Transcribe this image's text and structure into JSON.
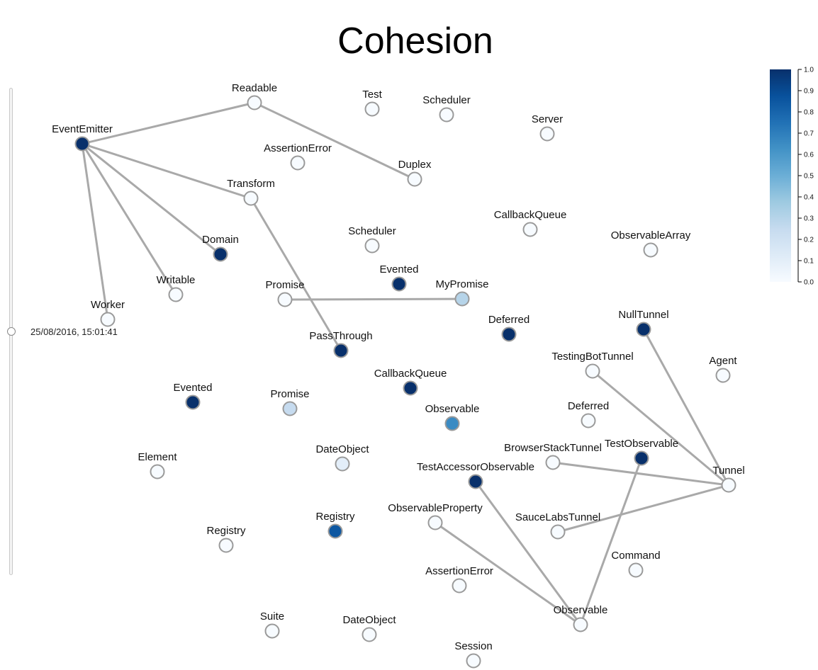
{
  "title": "Cohesion",
  "timeline": {
    "timestamp": "25/08/2016, 15:01:41"
  },
  "legend": {
    "ticks": [
      "1.0",
      "0.9",
      "0.8",
      "0.7",
      "0.6",
      "0.5",
      "0.4",
      "0.3",
      "0.2",
      "0.1",
      "0.0"
    ],
    "color_low": "#f7fbff",
    "color_high": "#08306b"
  },
  "nodes": [
    {
      "id": "eventemitter",
      "label": "EventEmitter",
      "value": 1.0
    },
    {
      "id": "readable",
      "label": "Readable",
      "value": 0.0
    },
    {
      "id": "test",
      "label": "Test",
      "value": 0.0
    },
    {
      "id": "scheduler1",
      "label": "Scheduler",
      "value": 0.0
    },
    {
      "id": "server",
      "label": "Server",
      "value": 0.0
    },
    {
      "id": "assertionerror1",
      "label": "AssertionError",
      "value": 0.0
    },
    {
      "id": "duplex",
      "label": "Duplex",
      "value": 0.0
    },
    {
      "id": "transform",
      "label": "Transform",
      "value": 0.0
    },
    {
      "id": "callbackqueue1",
      "label": "CallbackQueue",
      "value": 0.0
    },
    {
      "id": "observablearray",
      "label": "ObservableArray",
      "value": 0.0
    },
    {
      "id": "domain",
      "label": "Domain",
      "value": 1.0
    },
    {
      "id": "scheduler2",
      "label": "Scheduler",
      "value": 0.0
    },
    {
      "id": "evented1",
      "label": "Evented",
      "value": 1.0
    },
    {
      "id": "writable",
      "label": "Writable",
      "value": 0.0
    },
    {
      "id": "promise1",
      "label": "Promise",
      "value": 0.0
    },
    {
      "id": "mypromise",
      "label": "MyPromise",
      "value": 0.3
    },
    {
      "id": "worker",
      "label": "Worker",
      "value": 0.0
    },
    {
      "id": "deferred1",
      "label": "Deferred",
      "value": 1.0
    },
    {
      "id": "nulltunnel",
      "label": "NullTunnel",
      "value": 1.0
    },
    {
      "id": "passthrough",
      "label": "PassThrough",
      "value": 1.0
    },
    {
      "id": "testingbottunnel",
      "label": "TestingBotTunnel",
      "value": 0.0
    },
    {
      "id": "agent",
      "label": "Agent",
      "value": 0.0
    },
    {
      "id": "callbackqueue2",
      "label": "CallbackQueue",
      "value": 1.0
    },
    {
      "id": "evented2",
      "label": "Evented",
      "value": 1.0
    },
    {
      "id": "promise2",
      "label": "Promise",
      "value": 0.25
    },
    {
      "id": "observable1",
      "label": "Observable",
      "value": 0.65
    },
    {
      "id": "deferred2",
      "label": "Deferred",
      "value": 0.0
    },
    {
      "id": "element",
      "label": "Element",
      "value": 0.0
    },
    {
      "id": "dateobject1",
      "label": "DateObject",
      "value": 0.1
    },
    {
      "id": "browserstacktunnel",
      "label": "BrowserStackTunnel",
      "value": 0.0
    },
    {
      "id": "testobservable",
      "label": "TestObservable",
      "value": 1.0
    },
    {
      "id": "testaccessorobservable",
      "label": "TestAccessorObservable",
      "value": 1.0
    },
    {
      "id": "tunnel",
      "label": "Tunnel",
      "value": 0.0
    },
    {
      "id": "registry1",
      "label": "Registry",
      "value": 0.0
    },
    {
      "id": "registry2",
      "label": "Registry",
      "value": 0.85
    },
    {
      "id": "observableproperty",
      "label": "ObservableProperty",
      "value": 0.0
    },
    {
      "id": "saucelabstunnel",
      "label": "SauceLabsTunnel",
      "value": 0.0
    },
    {
      "id": "command",
      "label": "Command",
      "value": 0.0
    },
    {
      "id": "assertionerror2",
      "label": "AssertionError",
      "value": 0.0
    },
    {
      "id": "observable2",
      "label": "Observable",
      "value": 0.0
    },
    {
      "id": "suite",
      "label": "Suite",
      "value": 0.0
    },
    {
      "id": "dateobject2",
      "label": "DateObject",
      "value": 0.0
    },
    {
      "id": "session",
      "label": "Session",
      "value": 0.0
    }
  ],
  "edges": [
    [
      "eventemitter",
      "readable"
    ],
    [
      "readable",
      "duplex"
    ],
    [
      "eventemitter",
      "transform"
    ],
    [
      "eventemitter",
      "domain"
    ],
    [
      "eventemitter",
      "writable"
    ],
    [
      "eventemitter",
      "worker"
    ],
    [
      "transform",
      "passthrough"
    ],
    [
      "promise1",
      "mypromise"
    ],
    [
      "nulltunnel",
      "tunnel"
    ],
    [
      "testingbottunnel",
      "tunnel"
    ],
    [
      "browserstacktunnel",
      "tunnel"
    ],
    [
      "saucelabstunnel",
      "tunnel"
    ],
    [
      "testobservable",
      "observable2"
    ],
    [
      "testaccessorobservable",
      "observable2"
    ],
    [
      "observableproperty",
      "observable2"
    ]
  ]
}
